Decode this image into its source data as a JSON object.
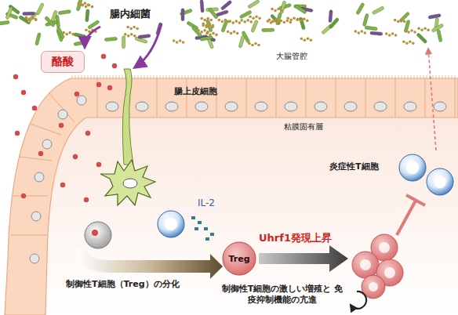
{
  "diagram": {
    "nodes": [
      {
        "text": [
          "酪酸"
        ]
      },
      {
        "text": [
          "Treg"
        ]
      }
    ],
    "labels": [
      "腸内細菌",
      "大腸管腔",
      "腸上皮細胞",
      "粘膜固有層",
      "IL-2",
      "Uhrf1発現上昇",
      "炎症性T細胞",
      "制御性T細胞（Treg）の分化",
      "制御性T細胞の激しい増殖と 免疫抑制機能の亢進"
    ]
  }
}
